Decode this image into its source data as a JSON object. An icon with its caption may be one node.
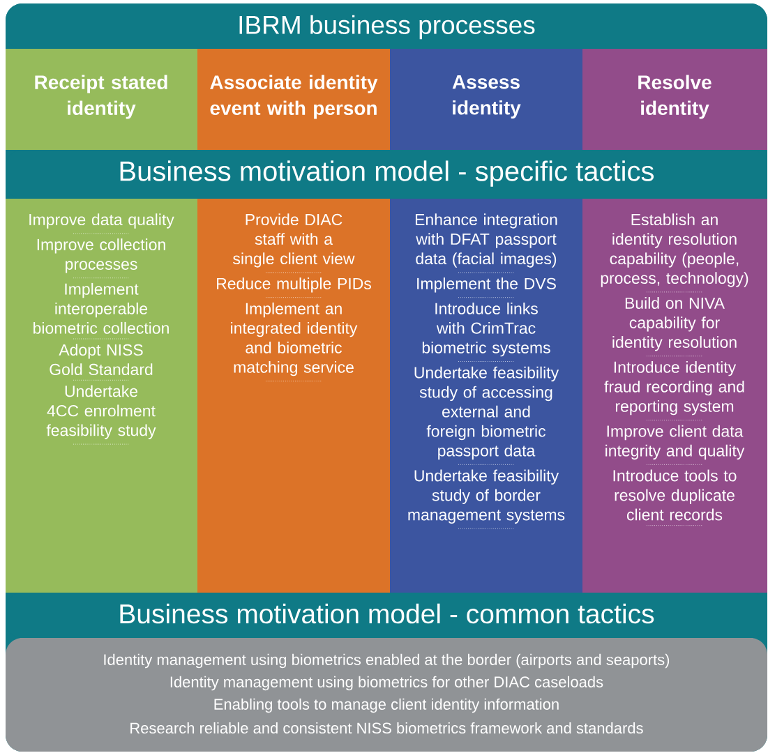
{
  "diagram": {
    "nodes": [
      {
        "text": [
          "IBRM business processes"
        ]
      },
      {
        "text": [
          "Receipt stated identity"
        ]
      },
      {
        "text": [
          "Associate identity event with person"
        ]
      },
      {
        "text": [
          "Assess identity"
        ]
      },
      {
        "text": [
          "Resolve identity"
        ]
      },
      {
        "text": [
          "Business motivation model - specific tactics"
        ]
      },
      {
        "text": [
          "Improve data quality",
          "Improve collection processes",
          "Implement interoperable biometric collection",
          "Adopt NISS Gold Standard",
          "Undertake 4CC enrolment feasibility study"
        ]
      },
      {
        "text": [
          "Provide DIAC staff with a single client view",
          "Reduce multiple PIDs",
          "Implement an integrated identity and biometric matching service"
        ]
      },
      {
        "text": [
          "Enhance integration with DFAT passport data (facial images)",
          "Implement the DVS",
          "Introduce links with CrimTrac biometric systems",
          "Undertake feasibility study of accessing external and foreign biometric passport data",
          "Undertake feasibility study of border management systems"
        ]
      },
      {
        "text": [
          "Establish an identity resolution capability (people, process, technology)",
          "Build on NIVA capability for identity resolution",
          "Introduce identity fraud recording and reporting system",
          "Improve client data integrity and quality",
          "Introduce tools to resolve duplicate client records"
        ]
      },
      {
        "text": [
          "Business motivation model - common tactics"
        ]
      },
      {
        "text": [
          "Identity management using biometrics enabled at the border (airports and seaports)",
          "Identity management using biometrics for other DIAC caseloads",
          "Enabling tools to manage client identity information",
          "Research reliable and consistent NISS biometrics framework and standards"
        ]
      }
    ]
  }
}
